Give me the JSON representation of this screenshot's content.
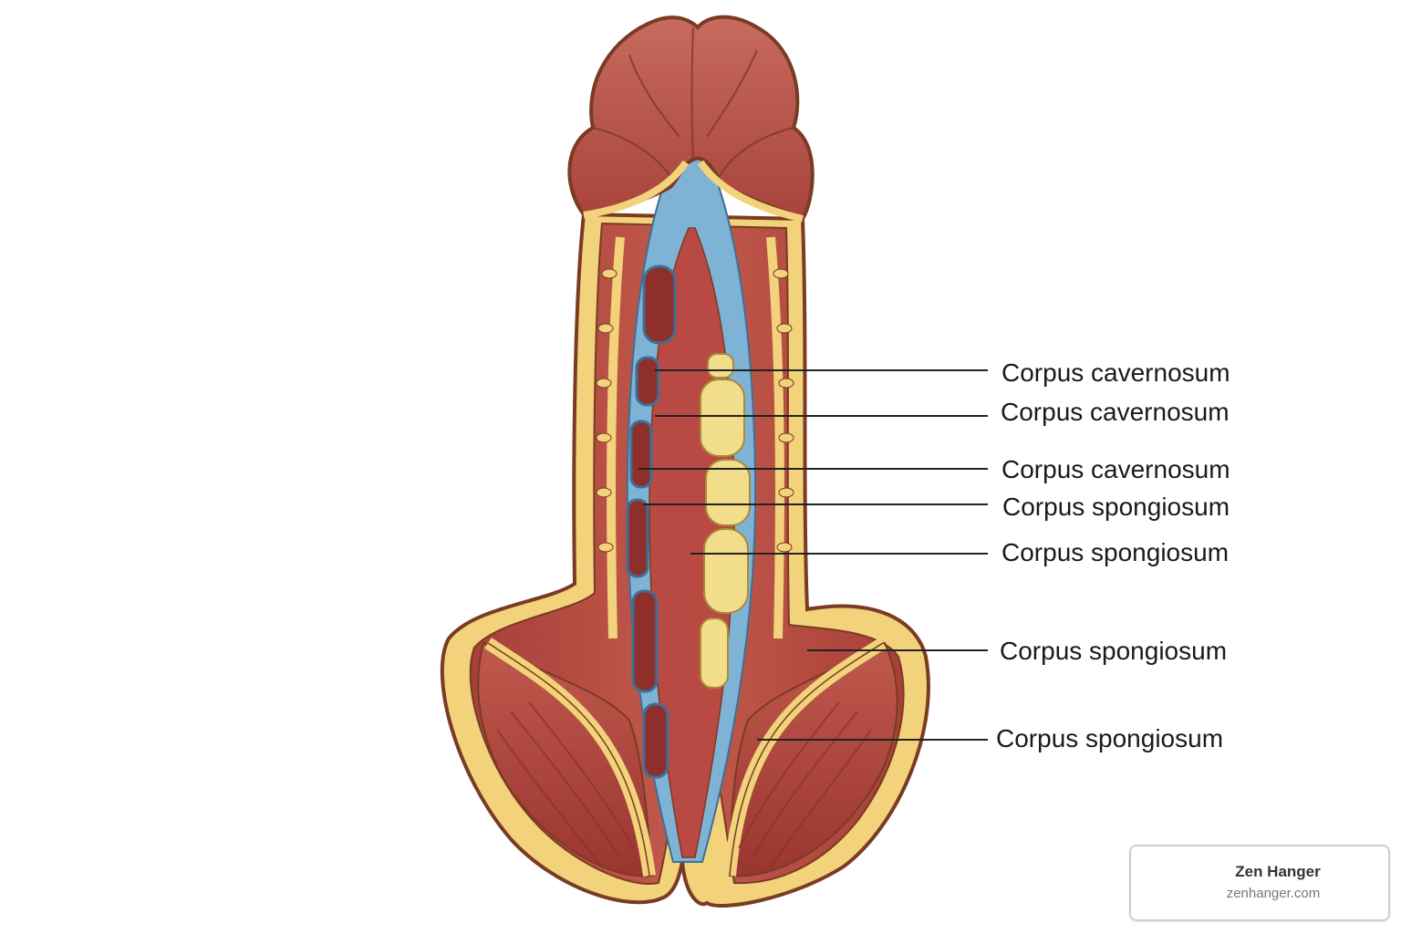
{
  "diagram": {
    "labels": [
      "Corpus cavernosum",
      "Corpus cavernosum",
      "Corpus cavernosum",
      "Corpus spongiosum",
      "Corpus spongiosum",
      "Corpus spongiosum",
      "Corpus spongiosum"
    ]
  },
  "brand": {
    "name": "Zen Hanger",
    "url": "zenhanger.com"
  },
  "colors": {
    "tissue_red": "#b94a43",
    "tissue_dark": "#8e2f2b",
    "fascia_yellow": "#f2d27a",
    "outline": "#7a3b23",
    "vessel_blue": "#7fb3d6",
    "leader_line": "#222222"
  }
}
